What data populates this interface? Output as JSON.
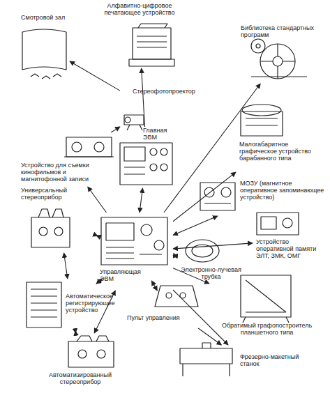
{
  "diagram": {
    "nodes": [
      {
        "text": [
          "Смотровой зал"
        ]
      },
      {
        "text": [
          "Стереофотопроектор"
        ]
      },
      {
        "text": [
          "Алфавитно-цифровое печатающее устройство"
        ]
      },
      {
        "text": [
          "Библиотека стандартных программ"
        ]
      },
      {
        "text": [
          "Главная ЭВМ"
        ]
      },
      {
        "text": [
          "Устройство для съемки кинофильмов и магнитофонной записи"
        ]
      },
      {
        "text": [
          "Малогабаритное графическое устройство барабанного типа"
        ]
      },
      {
        "text": [
          "Универсальный стереоприбор"
        ]
      },
      {
        "text": [
          "МОЗУ (магнитное оперативное запоминающее устройство)"
        ]
      },
      {
        "text": [
          "Управляющая ЭВМ"
        ]
      },
      {
        "text": [
          "Устройство оперативной памяти ЭЛТ, ЗМК, ОМГ"
        ]
      },
      {
        "text": [
          "Электронно-лучевая трубка"
        ]
      },
      {
        "text": [
          "Автоматическое регистрирующее устройство"
        ]
      },
      {
        "text": [
          "Пульт управления"
        ]
      },
      {
        "text": [
          "Обратимый графопостроитель планшетного типа"
        ]
      },
      {
        "text": [
          "Фрезерно-макетный станок"
        ]
      },
      {
        "text": [
          "Автоматизированный стереоприбор"
        ]
      }
    ],
    "edges": [
      {
        "from": 9,
        "to": 4,
        "arrow": "both"
      },
      {
        "from": 4,
        "to": 2,
        "arrow": "to"
      },
      {
        "from": 9,
        "to": 3,
        "arrow": "to"
      },
      {
        "from": 9,
        "to": 6,
        "arrow": "to"
      },
      {
        "from": 9,
        "to": 8,
        "arrow": "both"
      },
      {
        "from": 9,
        "to": 10,
        "arrow": "both"
      },
      {
        "from": 9,
        "to": 11,
        "arrow": "both"
      },
      {
        "from": 9,
        "to": 14,
        "arrow": "to"
      },
      {
        "from": 9,
        "to": 15,
        "arrow": "to"
      },
      {
        "from": 9,
        "to": 13,
        "arrow": "both"
      },
      {
        "from": 9,
        "to": 7,
        "arrow": "both"
      },
      {
        "from": 9,
        "to": 12,
        "arrow": "both"
      },
      {
        "from": 7,
        "to": 12,
        "arrow": "both"
      },
      {
        "from": 12,
        "to": 16,
        "arrow": "both"
      },
      {
        "from": 16,
        "to": 9,
        "arrow": "both"
      },
      {
        "from": 9,
        "to": 5,
        "arrow": "to"
      },
      {
        "from": 5,
        "to": 1,
        "arrow": "to"
      },
      {
        "from": 1,
        "to": 0,
        "arrow": "to"
      },
      {
        "from": 13,
        "to": 15,
        "arrow": "to"
      }
    ]
  }
}
